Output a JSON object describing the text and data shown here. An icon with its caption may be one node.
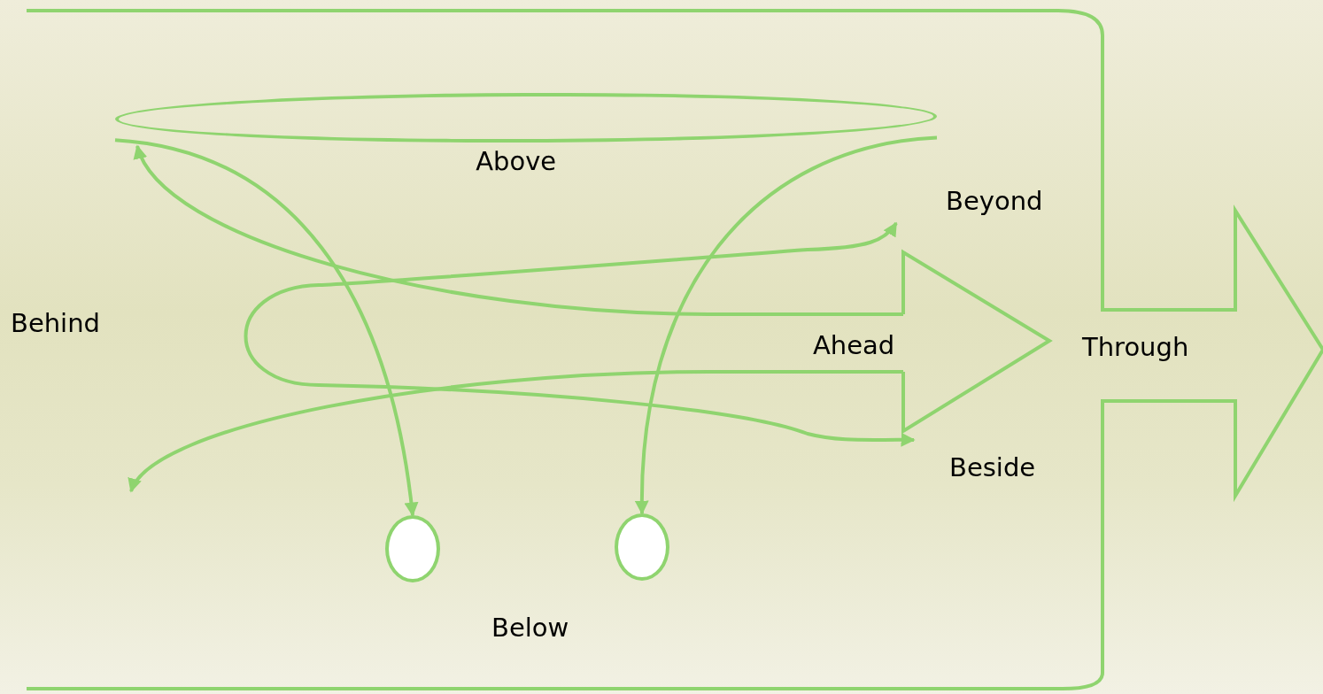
{
  "diagram": {
    "nodes": [
      {
        "text": [
          "Through"
        ]
      },
      {
        "text": [],
        "shape": "ellipse",
        "in": 0,
        "beside": [
          "Above"
        ]
      },
      {
        "text": [
          "Ahead"
        ],
        "in": 0
      },
      {
        "text": [],
        "shape": "circle",
        "in": 0
      },
      {
        "text": [],
        "shape": "circle",
        "in": 0
      },
      {
        "text": [
          "Beyond"
        ],
        "in": 0
      },
      {
        "text": [
          "Beside"
        ],
        "in": 0
      }
    ],
    "edges": [
      {
        "from": 1,
        "to": 3,
        "arrow": "to"
      },
      {
        "from": 1,
        "to": 4,
        "arrow": "to"
      },
      {
        "from": 2,
        "to": 1,
        "arrow": "to"
      },
      {
        "from": 2,
        "to": null,
        "arrow": "to"
      },
      {
        "from": 5,
        "to": 6,
        "arrow": "both"
      }
    ],
    "labels": [
      "Behind",
      "Below"
    ]
  }
}
